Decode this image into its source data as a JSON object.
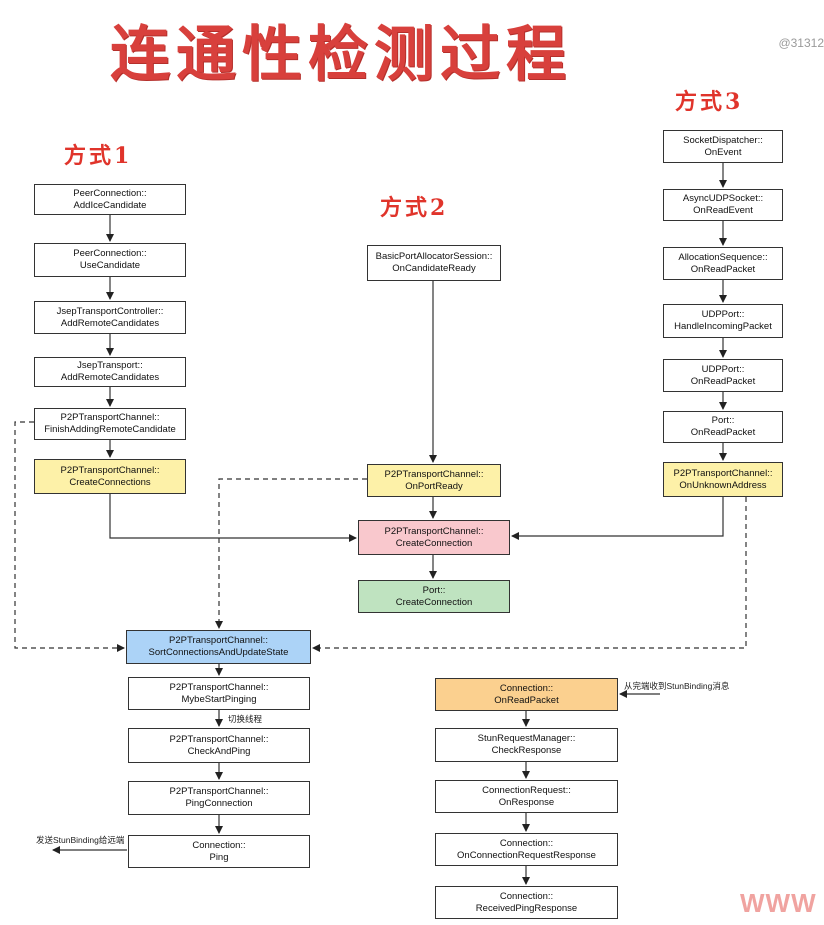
{
  "title": "连通性检测过程",
  "watermark": "@31312",
  "methods": {
    "m1": "方式1",
    "m2": "方式2",
    "m3": "方式3"
  },
  "boxes": {
    "pc_addice": "PeerConnection::\nAddIceCandidate",
    "pc_usecand": "PeerConnection::\nUseCandidate",
    "jtc_addremote": "JsepTransportController::\nAddRemoteCandidates",
    "jt_addremote": "JsepTransport::\nAddRemoteCandidates",
    "p2p_finishadding": "P2PTransportChannel::\nFinishAddingRemoteCandidate",
    "p2p_createconnections": "P2PTransportChannel::\nCreateConnections",
    "bpas_oncandready": "BasicPortAllocatorSession::\nOnCandidateReady",
    "p2p_onportready": "P2PTransportChannel::\nOnPortReady",
    "sd_onevent": "SocketDispatcher::\nOnEvent",
    "audp_onreadevent": "AsyncUDPSocket::\nOnReadEvent",
    "as_onreadpacket": "AllocationSequence::\nOnReadPacket",
    "udp_handleincoming": "UDPPort::\nHandleIncomingPacket",
    "udp_onreadpacket": "UDPPort::\nOnReadPacket",
    "port_onreadpacket": "Port::\nOnReadPacket",
    "p2p_onunknown": "P2PTransportChannel::\nOnUnknownAddress",
    "p2p_createconnection": "P2PTransportChannel::\nCreateConnection",
    "port_createconnection": "Port::\nCreateConnection",
    "p2p_sortconn": "P2PTransportChannel::\nSortConnectionsAndUpdateState",
    "p2p_mybestart": "P2PTransportChannel::\nMybeStartPinging",
    "p2p_checkandping": "P2PTransportChannel::\nCheckAndPing",
    "p2p_pingconnection": "P2PTransportChannel::\nPingConnection",
    "conn_ping": "Connection::\nPing",
    "conn_onreadpacket": "Connection::\nOnReadPacket",
    "srm_checkresponse": "StunRequestManager::\nCheckResponse",
    "cr_onresponse": "ConnectionRequest::\nOnResponse",
    "conn_oncrresponse": "Connection::\nOnConnectionRequestResponse",
    "conn_recvping": "Connection::\nReceivedPingResponse"
  },
  "notes": {
    "switch_thread": "切换线程",
    "from_peer": "从完端收到StunBinding消息",
    "send_binding": "发送StunBinding给远端"
  },
  "colors": {
    "title": "#d8403c",
    "method": "#e0342b",
    "yellow": "#fdf1a8",
    "pink": "#f9c8cd",
    "green": "#bfe3c0",
    "blue": "#acd3f7",
    "orange": "#fbd08f"
  },
  "corner_text": "WWW"
}
